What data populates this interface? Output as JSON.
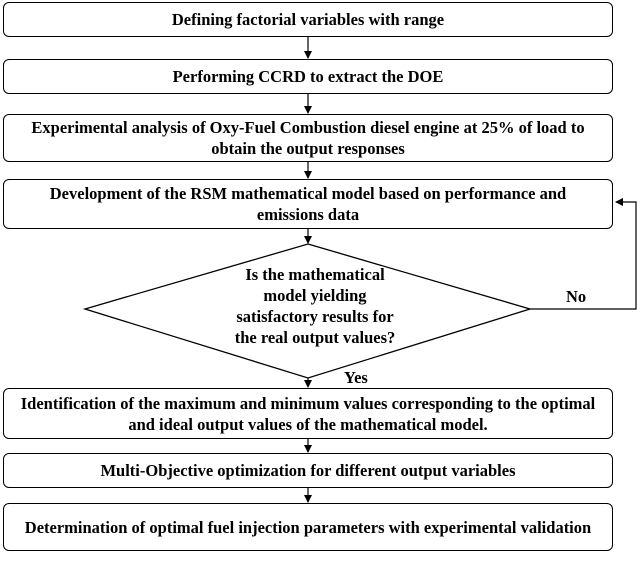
{
  "steps": [
    "Defining factorial variables with range",
    "Performing CCRD to extract the DOE",
    "Experimental analysis of Oxy-Fuel Combustion diesel engine at 25% of load to obtain the output responses",
    "Development of the RSM mathematical model based on performance and emissions data",
    "Identification of the maximum and minimum values corresponding to the optimal and ideal output values of the mathematical model.",
    "Multi-Objective optimization for different output variables",
    "Determination of optimal fuel injection parameters with experimental validation"
  ],
  "decision": {
    "question": "Is the mathematical model yielding satisfactory results for the real output values?",
    "yes_label": "Yes",
    "no_label": "No"
  }
}
